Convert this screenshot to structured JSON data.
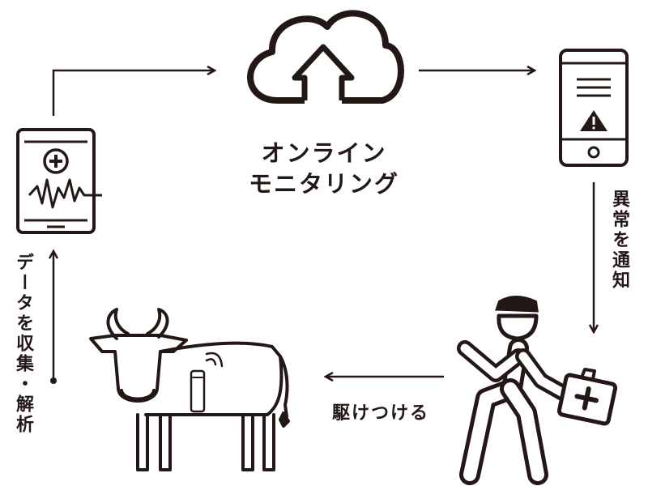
{
  "center": {
    "line1": "オンライン",
    "line2": "モニタリング"
  },
  "steps": {
    "notify": "異常を通知",
    "rush": "駆けつける",
    "collect": "データを収集・解析"
  },
  "icons": [
    "tablet-monitor-icon",
    "cloud-upload-icon",
    "smartphone-alert-icon",
    "running-responder-icon",
    "cow-sensor-icon"
  ],
  "colors": {
    "ink": "#231815",
    "background": "#ffffff"
  }
}
